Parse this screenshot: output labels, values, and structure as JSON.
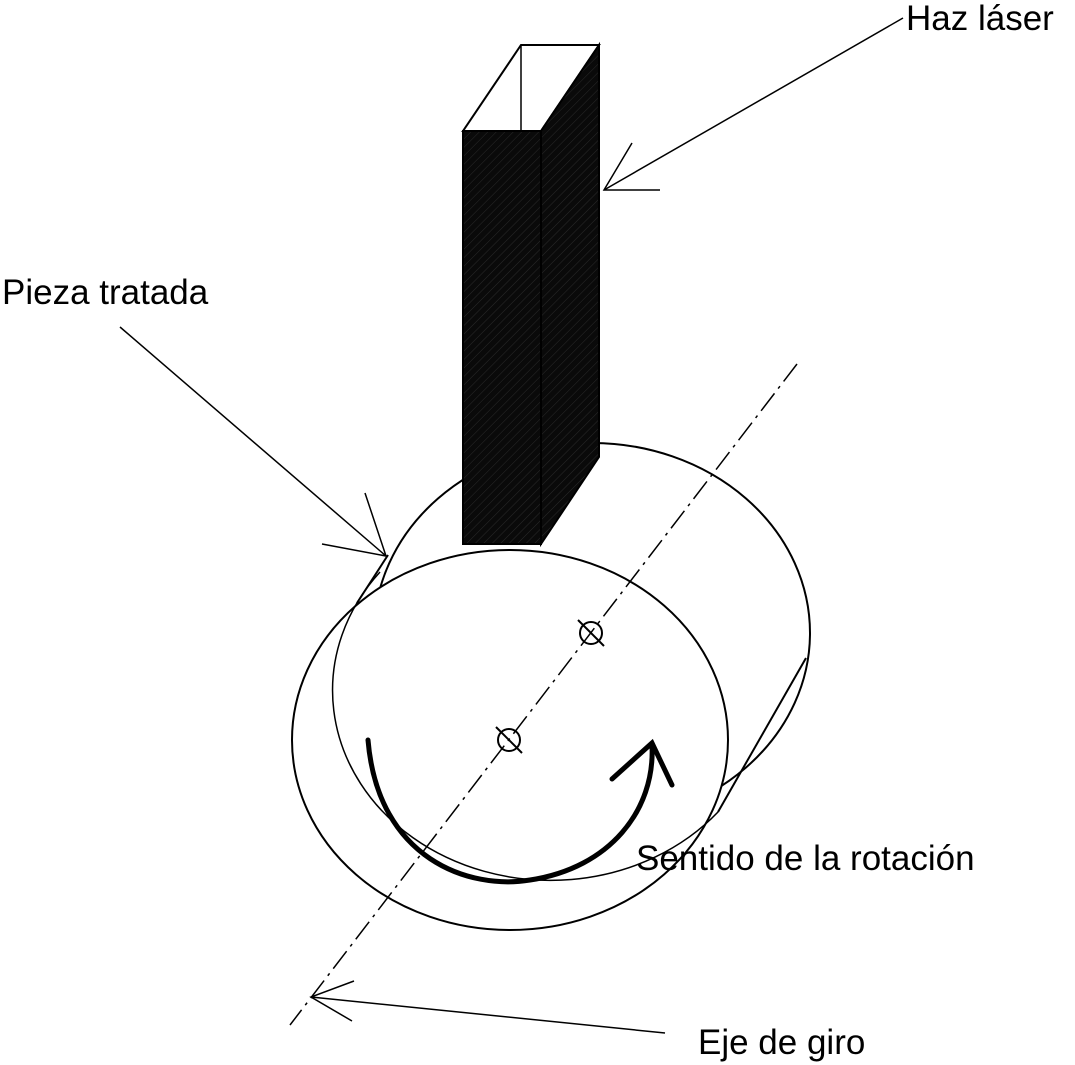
{
  "labels": {
    "laser_beam": "Haz láser",
    "treated_part": "Pieza tratada",
    "rotation_direction": "Sentido de la rotación",
    "rotation_axis": "Eje de giro"
  }
}
